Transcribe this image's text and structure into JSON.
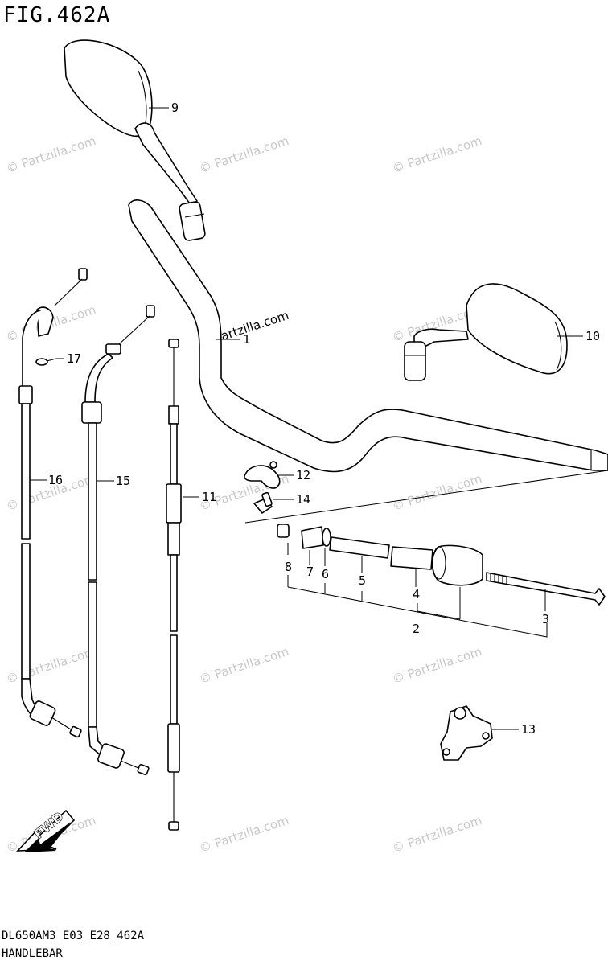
{
  "figure_title": "FIG.462A",
  "drawing_code": "DL650AM3_E03_E28_462A",
  "section_name": "HANDLEBAR",
  "watermark_text": "© Partzilla.com",
  "fwd_label": "FWD",
  "callouts": [
    "1",
    "2",
    "3",
    "4",
    "5",
    "6",
    "7",
    "8",
    "9",
    "10",
    "11",
    "12",
    "13",
    "14",
    "15",
    "16",
    "17"
  ],
  "colors": {
    "ink": "#000000",
    "watermark": "#c8c8c8",
    "background": "#ffffff"
  }
}
